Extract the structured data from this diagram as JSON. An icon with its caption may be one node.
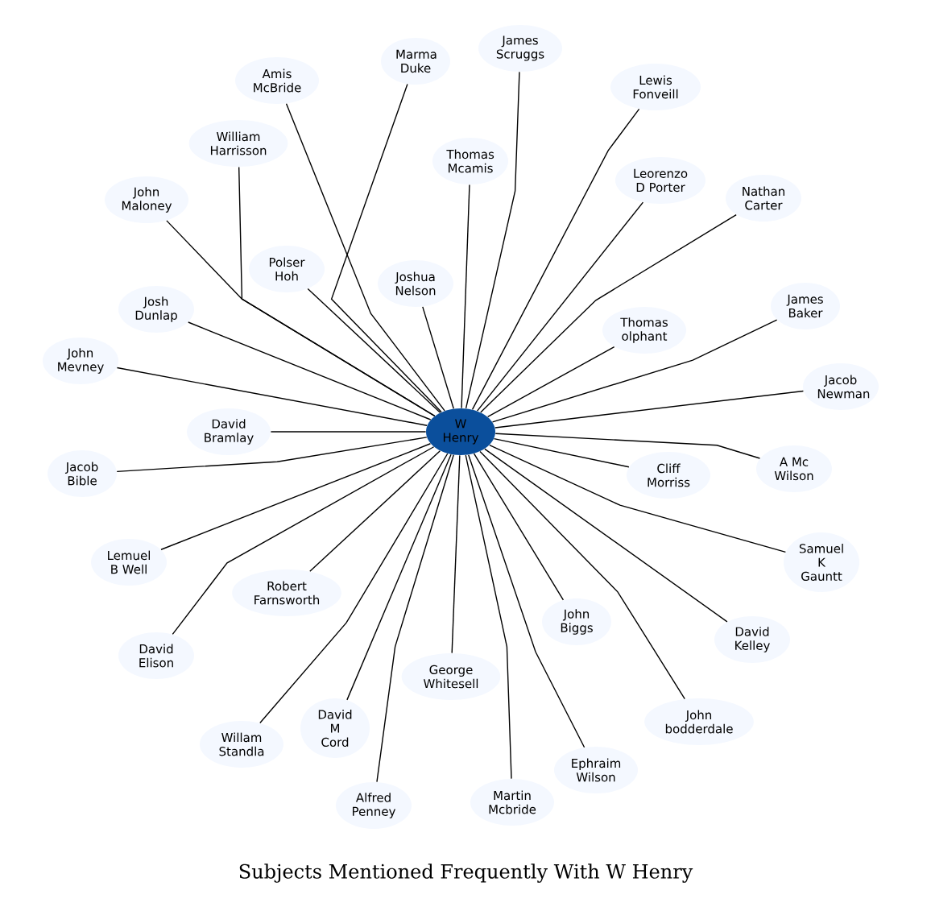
{
  "diagram": {
    "title": "Subjects Mentioned Frequently With W Henry",
    "nodes": [
      {
        "text": [
          "W Henry"
        ]
      },
      {
        "text": [
          "James Scruggs"
        ]
      },
      {
        "text": [
          "Marma Duke"
        ]
      },
      {
        "text": [
          "Amis McBride"
        ]
      },
      {
        "text": [
          "Lewis Fonveill"
        ]
      },
      {
        "text": [
          "William Harrisson"
        ]
      },
      {
        "text": [
          "Thomas Mcamis"
        ]
      },
      {
        "text": [
          "Leorenzo D Porter"
        ]
      },
      {
        "text": [
          "Nathan Carter"
        ]
      },
      {
        "text": [
          "John Maloney"
        ]
      },
      {
        "text": [
          "Polser Hoh"
        ]
      },
      {
        "text": [
          "Joshua Nelson"
        ]
      },
      {
        "text": [
          "Thomas olphant"
        ]
      },
      {
        "text": [
          "James Baker"
        ]
      },
      {
        "text": [
          "Josh Dunlap"
        ]
      },
      {
        "text": [
          "John Mevney"
        ]
      },
      {
        "text": [
          "Jacob Newman"
        ]
      },
      {
        "text": [
          "David Bramlay"
        ]
      },
      {
        "text": [
          "Jacob Bible"
        ]
      },
      {
        "text": [
          "Cliff Morriss"
        ]
      },
      {
        "text": [
          "A Mc Wilson"
        ]
      },
      {
        "text": [
          "Lemuel B Well"
        ]
      },
      {
        "text": [
          "Samuel K Gauntt"
        ]
      },
      {
        "text": [
          "Robert Farnsworth"
        ]
      },
      {
        "text": [
          "John Biggs"
        ]
      },
      {
        "text": [
          "David Kelley"
        ]
      },
      {
        "text": [
          "David Elison"
        ]
      },
      {
        "text": [
          "George Whitesell"
        ]
      },
      {
        "text": [
          "David M Cord"
        ]
      },
      {
        "text": [
          "Willam Standla"
        ]
      },
      {
        "text": [
          "John bodderdale"
        ]
      },
      {
        "text": [
          "Ephraim Wilson"
        ]
      },
      {
        "text": [
          "Alfred Penney"
        ]
      },
      {
        "text": [
          "Martin Mcbride"
        ]
      }
    ],
    "edges": [
      {
        "from": 0,
        "to": 1,
        "arrow": "none"
      },
      {
        "from": 0,
        "to": 2,
        "arrow": "none"
      },
      {
        "from": 0,
        "to": 3,
        "arrow": "none"
      },
      {
        "from": 0,
        "to": 4,
        "arrow": "none"
      },
      {
        "from": 0,
        "to": 5,
        "arrow": "none"
      },
      {
        "from": 0,
        "to": 6,
        "arrow": "none"
      },
      {
        "from": 0,
        "to": 7,
        "arrow": "none"
      },
      {
        "from": 0,
        "to": 8,
        "arrow": "none"
      },
      {
        "from": 0,
        "to": 9,
        "arrow": "none"
      },
      {
        "from": 0,
        "to": 10,
        "arrow": "none"
      },
      {
        "from": 0,
        "to": 11,
        "arrow": "none"
      },
      {
        "from": 0,
        "to": 12,
        "arrow": "none"
      },
      {
        "from": 0,
        "to": 13,
        "arrow": "none"
      },
      {
        "from": 0,
        "to": 14,
        "arrow": "none"
      },
      {
        "from": 0,
        "to": 15,
        "arrow": "none"
      },
      {
        "from": 0,
        "to": 16,
        "arrow": "none"
      },
      {
        "from": 0,
        "to": 17,
        "arrow": "none"
      },
      {
        "from": 0,
        "to": 18,
        "arrow": "none"
      },
      {
        "from": 0,
        "to": 19,
        "arrow": "none"
      },
      {
        "from": 0,
        "to": 20,
        "arrow": "none"
      },
      {
        "from": 0,
        "to": 21,
        "arrow": "none"
      },
      {
        "from": 0,
        "to": 22,
        "arrow": "none"
      },
      {
        "from": 0,
        "to": 23,
        "arrow": "none"
      },
      {
        "from": 0,
        "to": 24,
        "arrow": "none"
      },
      {
        "from": 0,
        "to": 25,
        "arrow": "none"
      },
      {
        "from": 0,
        "to": 26,
        "arrow": "none"
      },
      {
        "from": 0,
        "to": 27,
        "arrow": "none"
      },
      {
        "from": 0,
        "to": 28,
        "arrow": "none"
      },
      {
        "from": 0,
        "to": 29,
        "arrow": "none"
      },
      {
        "from": 0,
        "to": 30,
        "arrow": "none"
      },
      {
        "from": 0,
        "to": 31,
        "arrow": "none"
      },
      {
        "from": 0,
        "to": 32,
        "arrow": "none"
      },
      {
        "from": 0,
        "to": 33,
        "arrow": "none"
      }
    ]
  }
}
